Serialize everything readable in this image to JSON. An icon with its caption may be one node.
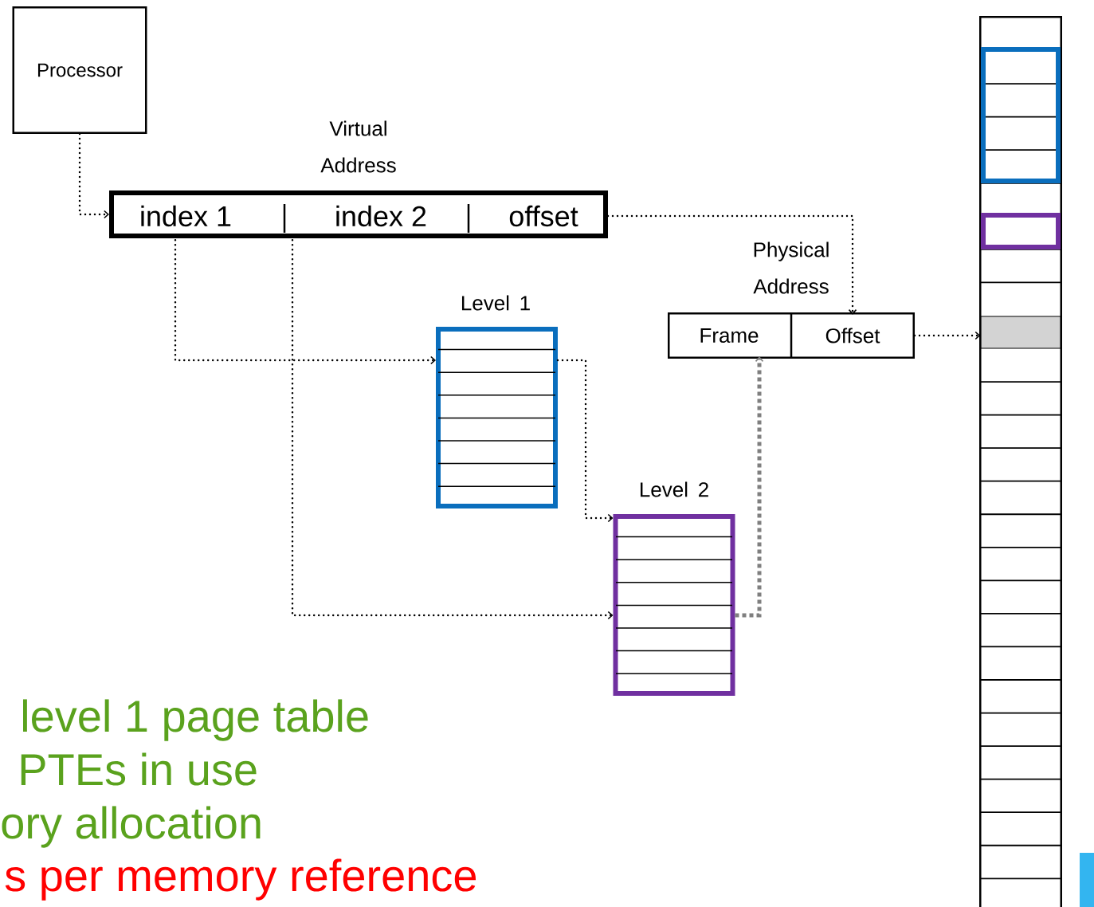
{
  "diagram": {
    "nodes": [
      {
        "text": [
          "Processor"
        ]
      },
      {
        "text": [
          "Virtual Address"
        ]
      },
      {
        "text": [
          "index 1"
        ],
        "in": 1
      },
      {
        "text": [
          "index 2"
        ],
        "in": 1
      },
      {
        "text": [
          "offset"
        ],
        "in": 1
      },
      {
        "text": [
          "Level 1"
        ]
      },
      {
        "text": [
          "Level 2"
        ]
      },
      {
        "text": [
          "Physical Address"
        ]
      },
      {
        "text": [
          "Frame"
        ],
        "in": 7
      },
      {
        "text": [
          "Offset"
        ],
        "in": 7
      },
      {
        "text": [],
        "shape": "box"
      },
      {
        "text": [],
        "shape": "box",
        "in": 10
      }
    ],
    "edges": [
      {
        "from": 0,
        "to": 1,
        "arrow": "to"
      },
      {
        "from": 2,
        "to": 5,
        "arrow": "to"
      },
      {
        "from": 3,
        "to": 6,
        "arrow": "to"
      },
      {
        "from": 5,
        "to": 6,
        "arrow": "to"
      },
      {
        "from": 4,
        "to": 9,
        "arrow": "to"
      },
      {
        "from": 6,
        "to": 8,
        "arrow": "to",
        "style": "dashed",
        "color": "#7f7f7f"
      },
      {
        "from": 9,
        "to": 11,
        "arrow": "to"
      }
    ],
    "labels": [
      "level 1 page table",
      "PTEs in use",
      "ory allocation",
      "s per memory reference"
    ]
  }
}
